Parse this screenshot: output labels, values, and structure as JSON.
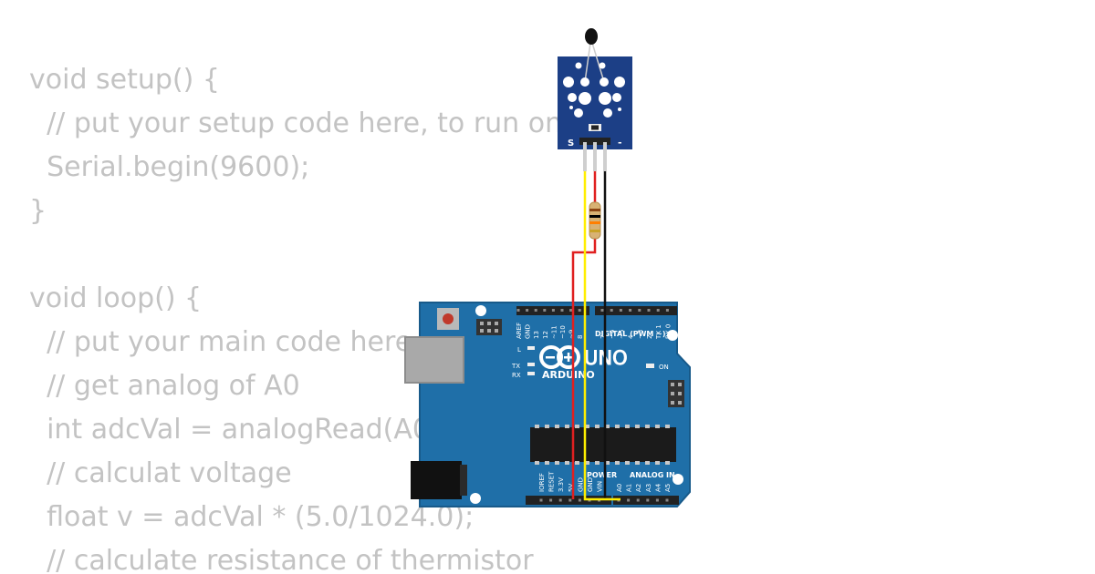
{
  "code_lines": [
    "void setup() {",
    "  // put your setup code here, to run on",
    "  Serial.begin(9600);",
    "}",
    "",
    "void loop() {",
    "  // put your main code here",
    "  // get analog of A0",
    "  int adcVal = analogRead(A0);",
    "  // calculat voltage",
    "  float v = adcVal * (5.0/1024.0);",
    "  // calculate resistance of thermistor"
  ],
  "board": {
    "brand": "ARDUINO",
    "model": "UNO",
    "digital_label": "DIGITAL (PWM ~)",
    "power_label": "POWER",
    "analog_label": "ANALOG IN",
    "on_label": "ON",
    "l_label": "L",
    "tx_label": "TX",
    "rx_label": "RX",
    "top_pins": [
      "AREF",
      "GND",
      "13",
      "12",
      "~11",
      "~10",
      "~9",
      "8",
      "7",
      "~6",
      "~5",
      "4",
      "~3",
      "2",
      "TX 1",
      "RX 0"
    ],
    "bottom_pins": [
      "IOREF",
      "RESET",
      "3.3V",
      "5V",
      "GND",
      "GND",
      "VIN",
      "A0",
      "A1",
      "A2",
      "A3",
      "A4",
      "A5"
    ]
  },
  "sensor": {
    "pin_s": "S",
    "pin_minus": "-"
  },
  "colors": {
    "board_blue": "#1f6fa8",
    "sensor_blue": "#1c3f86",
    "wire_yellow": "#ffee00",
    "wire_red": "#e02020",
    "wire_black": "#111111"
  }
}
